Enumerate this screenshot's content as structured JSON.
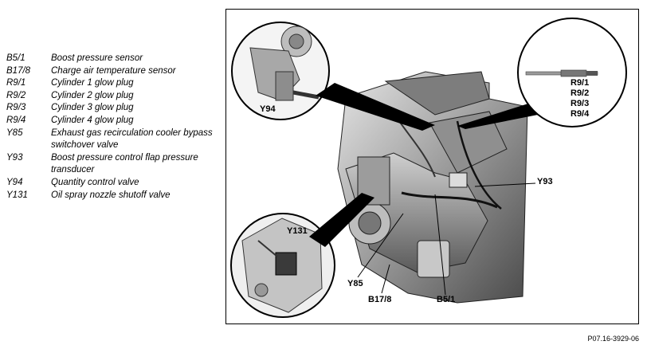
{
  "legend": {
    "items": [
      {
        "code": "B5/1",
        "description": "Boost pressure sensor"
      },
      {
        "code": "B17/8",
        "description": "Charge air temperature sensor"
      },
      {
        "code": "R9/1",
        "description": "Cylinder 1 glow plug"
      },
      {
        "code": "R9/2",
        "description": "Cylinder 2 glow plug"
      },
      {
        "code": "R9/3",
        "description": "Cylinder 3 glow plug"
      },
      {
        "code": "R9/4",
        "description": "Cylinder 4 glow plug"
      },
      {
        "code": "Y85",
        "description": "Exhaust gas recirculation cooler bypass switchover valve"
      },
      {
        "code": "Y93",
        "description": "Boost pressure control flap pressure transducer"
      },
      {
        "code": "Y94",
        "description": "Quantity control valve"
      },
      {
        "code": "Y131",
        "description": "Oil spray nozzle shutoff valve"
      }
    ]
  },
  "diagram": {
    "callouts": {
      "y94": "Y94",
      "r9_1": "R9/1",
      "r9_2": "R9/2",
      "r9_3": "R9/3",
      "r9_4": "R9/4",
      "y93": "Y93",
      "y131": "Y131",
      "y85": "Y85",
      "b17_8": "B17/8",
      "b5_1": "B5/1"
    },
    "figure_id": "P07.16-3929-06"
  }
}
